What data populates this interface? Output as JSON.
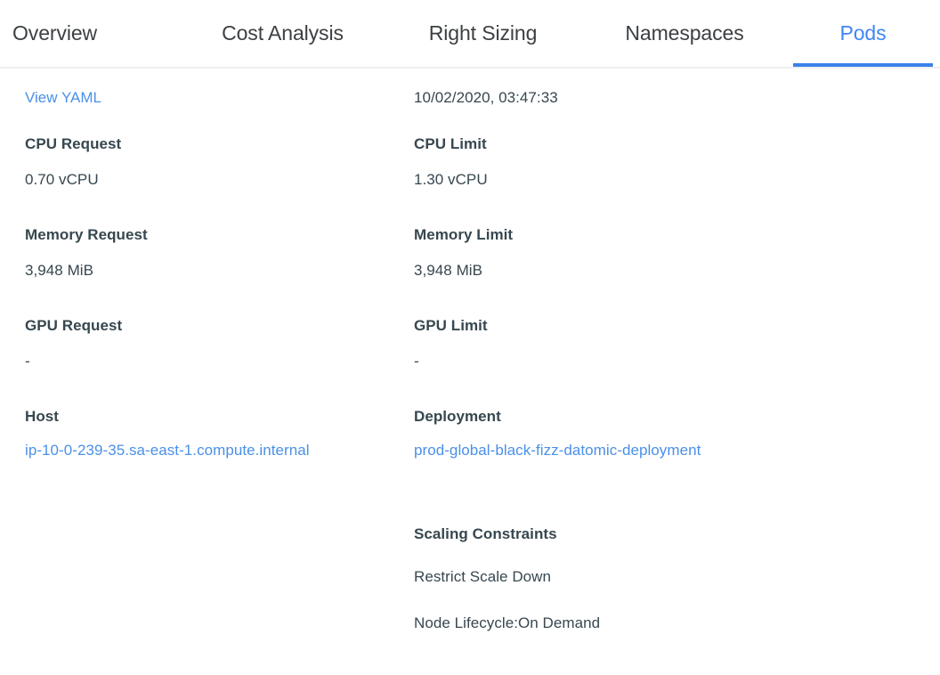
{
  "tabs": [
    {
      "label": "Overview",
      "active": false
    },
    {
      "label": "Cost Analysis",
      "active": false
    },
    {
      "label": "Right Sizing",
      "active": false
    },
    {
      "label": "Namespaces",
      "active": false
    },
    {
      "label": "Pods",
      "active": true
    }
  ],
  "colors": {
    "accent": "#4285f4",
    "underline": "#3b82e8",
    "link": "#4a90e8",
    "text": "#37474f",
    "tab_text": "#3c4043",
    "divider": "#eceff1",
    "background": "#ffffff"
  },
  "details": {
    "view_yaml_link": "View YAML",
    "timestamp": "10/02/2020, 03:47:33",
    "cpu_request_label": "CPU Request",
    "cpu_request_value": "0.70 vCPU",
    "cpu_limit_label": "CPU Limit",
    "cpu_limit_value": "1.30 vCPU",
    "memory_request_label": "Memory Request",
    "memory_request_value": "3,948 MiB",
    "memory_limit_label": "Memory Limit",
    "memory_limit_value": "3,948 MiB",
    "gpu_request_label": "GPU Request",
    "gpu_request_value": "-",
    "gpu_limit_label": "GPU Limit",
    "gpu_limit_value": "-",
    "host_label": "Host",
    "host_value": "ip-10-0-239-35.sa-east-1.compute.internal",
    "deployment_label": "Deployment",
    "deployment_value": "prod-global-black-fizz-datomic-deployment",
    "scaling_constraints_label": "Scaling Constraints",
    "scaling_constraint_1": "Restrict Scale Down",
    "scaling_constraint_2": "Node Lifecycle:On Demand"
  }
}
